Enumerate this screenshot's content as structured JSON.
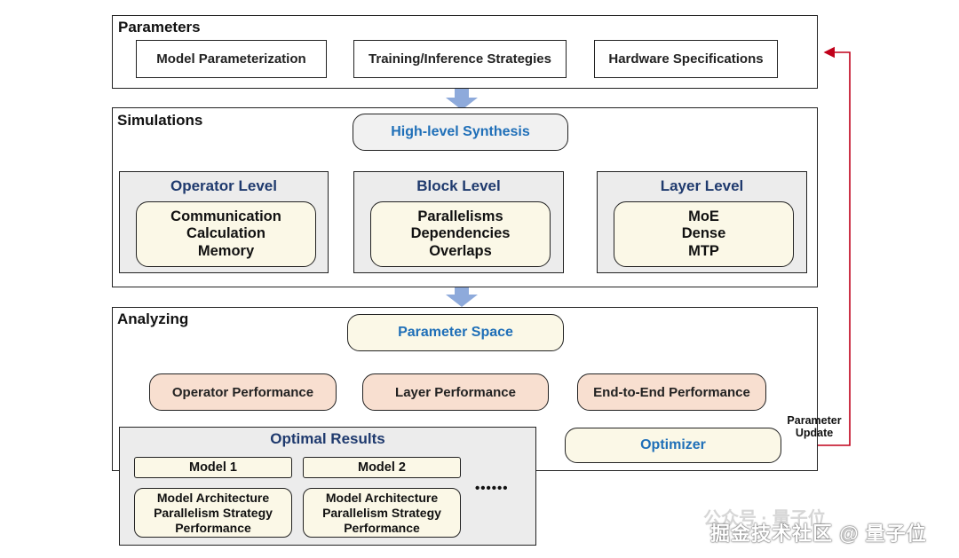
{
  "parameters": {
    "title": "Parameters",
    "items": [
      "Model Parameterization",
      "Training/Inference Strategies",
      "Hardware Specifications"
    ]
  },
  "simulations": {
    "title": "Simulations",
    "synthesis": "High-level Synthesis",
    "levels": [
      {
        "title": "Operator Level",
        "lines": [
          "Communication",
          "Calculation",
          "Memory"
        ]
      },
      {
        "title": "Block Level",
        "lines": [
          "Parallelisms",
          "Dependencies",
          "Overlaps"
        ]
      },
      {
        "title": "Layer Level",
        "lines": [
          "MoE",
          "Dense",
          "MTP"
        ]
      }
    ]
  },
  "analyzing": {
    "title": "Analyzing",
    "parameter_space": "Parameter Space",
    "performance": [
      "Operator Performance",
      "Layer Performance",
      "End-to-End Performance"
    ],
    "optimizer": "Optimizer"
  },
  "optimal_results": {
    "title": "Optimal Results",
    "models": [
      {
        "name": "Model 1",
        "lines": [
          "Model Architecture",
          "Parallelism Strategy",
          "Performance"
        ]
      },
      {
        "name": "Model 2",
        "lines": [
          "Model Architecture",
          "Parallelism Strategy",
          "Performance"
        ]
      }
    ],
    "ellipsis": "••••••"
  },
  "feedback": {
    "label_line1": "Parameter",
    "label_line2": "Update"
  },
  "watermark": {
    "faint": "公众号 · 量子位",
    "main": "掘金技术社区 @ 量子位"
  },
  "colors": {
    "stage_arrow": "#8eaadb",
    "feedback_arrow": "#c0001a",
    "panel_title": "#1f3a6e",
    "highlight_text": "#1f6fb8",
    "perf_fill": "#f8dfd0",
    "cream_fill": "#fbf8e7",
    "panel_fill": "#ececec"
  }
}
